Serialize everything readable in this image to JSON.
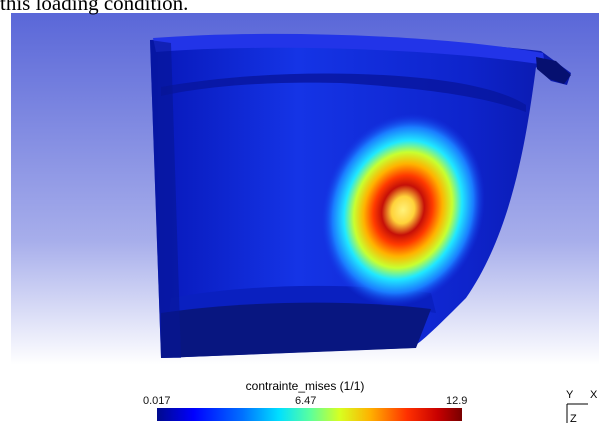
{
  "caption": "this loading condition.",
  "legend": {
    "title": "contrainte_mises (1/1)",
    "min_label": "0.017",
    "mid_label": "6.47",
    "max_label": "12.9"
  },
  "axes_triad": {
    "y": "Y",
    "x": "X",
    "z": "Z"
  },
  "colors": {
    "background_top": "#5a67d8",
    "background_bottom": "#ffffff",
    "model_base": "#0a1fd0",
    "hotspot_peak": "#ffe94a"
  }
}
